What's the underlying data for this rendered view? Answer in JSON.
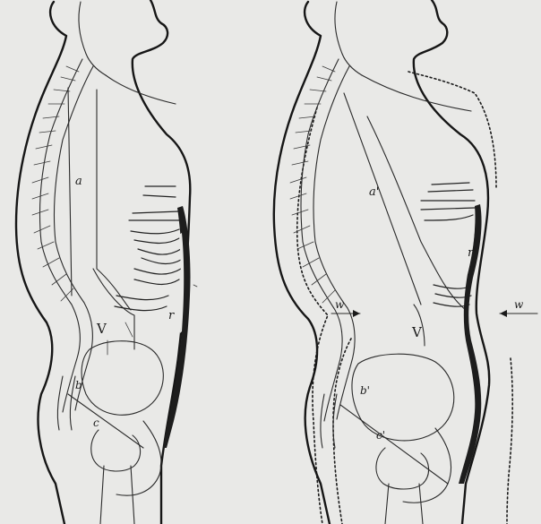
{
  "figure": {
    "left_panel": {
      "labels": {
        "a": "a",
        "V": "V",
        "r": "r",
        "b": "b",
        "c": "c"
      }
    },
    "right_panel": {
      "labels": {
        "a": "a'",
        "V": "V",
        "r": "r'",
        "b": "b'",
        "c": "c'",
        "w_left": "w",
        "w_right": "w"
      }
    },
    "colors": {
      "ink": "#161616",
      "paper": "#e9e9e7"
    }
  }
}
